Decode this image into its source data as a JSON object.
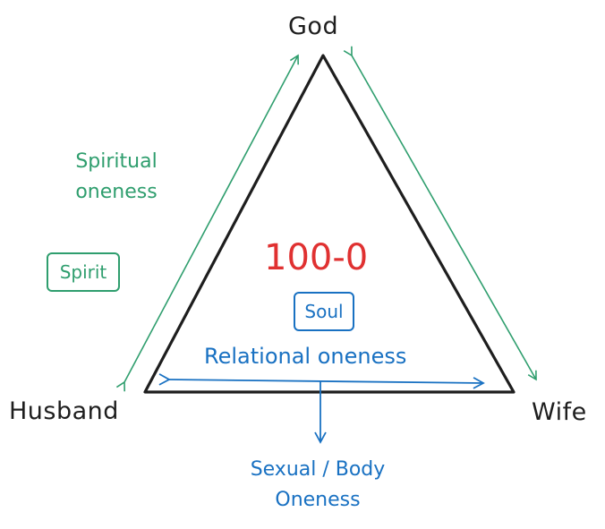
{
  "nodes": {
    "top": "God",
    "left": "Husband",
    "right": "Wife"
  },
  "center": {
    "ratio": "100-0",
    "soul_tag": "Soul"
  },
  "left_side": {
    "note_line1": "Spiritual",
    "note_line2": "oneness",
    "spirit_tag": "Spirit"
  },
  "base": {
    "relational_label": "Relational oneness",
    "bottom_line1": "Sexual / Body",
    "bottom_line2": "Oneness"
  },
  "colors": {
    "ink": "#1e1e1e",
    "spiritual": "#2f9e6e",
    "relational": "#1971c2",
    "ratio": "#e03131"
  }
}
